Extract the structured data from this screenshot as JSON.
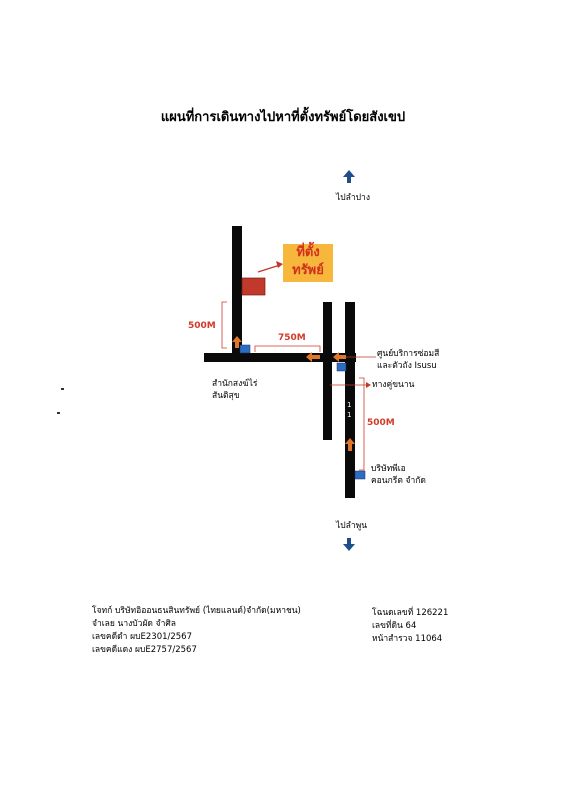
{
  "title": "แผนที่การเดินทางไปหาที่ตั้งทรัพย์โดยสังเขป",
  "labels": {
    "north": "ไปลำปาง",
    "south": "ไปลำพูน",
    "property_line1": "ที่ตั้ง",
    "property_line2": "ทรัพย์",
    "office_line1": "สำนักสงฆ์ไร่",
    "office_line2": "สันติสุข",
    "service_line1": "ศูนย์บริการซ่อมสี",
    "service_line2": "และตัวถัง Isusu",
    "road_label": "ทางคู่ขนาน",
    "company_line1": "บริษัทพีเอ",
    "company_line2": "คอนกรีต จำกัด",
    "dist_500_left": "500M",
    "dist_750": "750M",
    "dist_500_right": "500M",
    "road_number_1": "1",
    "road_number_2": "1"
  },
  "case_info": {
    "plaintiff": "โจทก์ บริษัทอิออนธนสินทรัพย์ (ไทยแลนด์)จำกัด(มหาชน)",
    "defendant": "จำเลย นางบัวผัด จำศิล",
    "black_case": "เลขคดีดำ ผบE2301/2567",
    "red_case": "เลขคดีแดง ผบE2757/2567"
  },
  "deed_info": {
    "deed_no": "โฉนดเลขที่ 126221",
    "land_no": "เลขที่ดิน  64",
    "survey_page": "หน้าสำรวจ 11064"
  },
  "colors": {
    "road": "#0a0a0a",
    "arrow_up": "#1f4e8c",
    "property_box": "#c0392b",
    "property_label_bg": "#f6b73c",
    "property_label_text": "#d2301f",
    "marker": "#2e6bc2",
    "orange_arrow": "#e0762a",
    "distance": "#d23a2a"
  }
}
